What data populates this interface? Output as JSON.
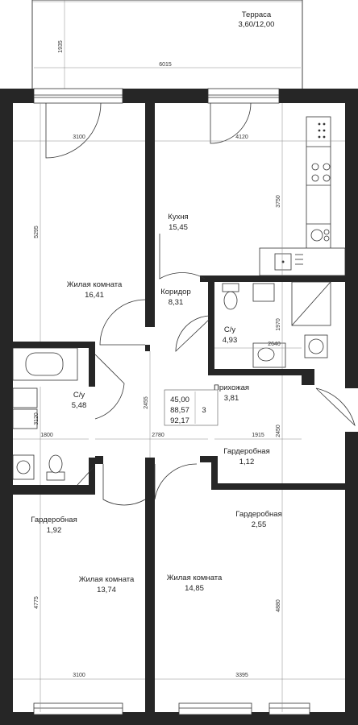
{
  "terrace": {
    "name": "Терраса",
    "area": "3,60/12,00",
    "dim_w": "6015",
    "dim_h": "1935"
  },
  "rooms": {
    "living1": {
      "name": "Жилая комната",
      "area": "16,41"
    },
    "kitchen": {
      "name": "Кухня",
      "area": "15,45"
    },
    "corridor": {
      "name": "Коридор",
      "area": "8,31"
    },
    "bath_top": {
      "name": "С/у",
      "area": "4,93"
    },
    "bath_left": {
      "name": "С/у",
      "area": "5,48"
    },
    "hall": {
      "name": "Прихожая",
      "area": "3,81"
    },
    "closet_mid": {
      "name": "Гардеробная",
      "area": "1,12"
    },
    "closet_left": {
      "name": "Гардеробная",
      "area": "1,92"
    },
    "closet_right": {
      "name": "Гардеробная",
      "area": "2,55"
    },
    "living2": {
      "name": "Жилая комната",
      "area": "13,74"
    },
    "living3": {
      "name": "Жилая комната",
      "area": "14,85"
    }
  },
  "summary": {
    "living": "45,00",
    "total": "88,57",
    "total_ext": "92,17",
    "rooms_count": "3"
  },
  "dims": {
    "d3100_top": "3100",
    "d4120": "4120",
    "d5295": "5295",
    "d3750": "3750",
    "d1970": "1970",
    "d2640": "2640",
    "d2455": "2455",
    "d3120": "3120",
    "d1800": "1800",
    "d2780": "2780",
    "d1915": "1915",
    "d2450": "2450",
    "d4775": "4775",
    "d4880": "4880",
    "d3100_bot": "3100",
    "d3395": "3395"
  },
  "icons": [
    "stove-icon",
    "sink-icon",
    "washer-icon",
    "toilet-icon",
    "bathtub-icon",
    "shower-icon",
    "door-swing-icon"
  ]
}
